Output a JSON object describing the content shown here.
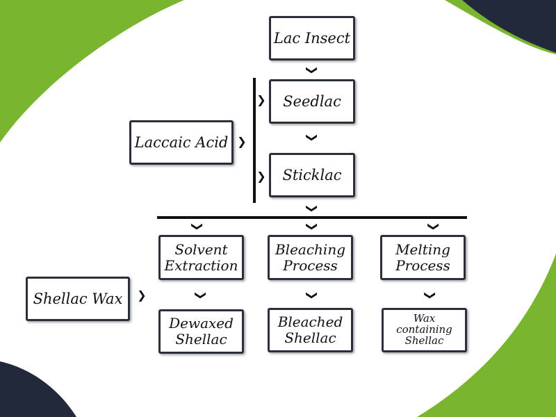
{
  "colors": {
    "accent_green": "#7ab52f",
    "dark_navy": "#22293a",
    "box_border": "#2b2f3a"
  },
  "nodes": {
    "lac_insect": "Lac Insect",
    "seedlac": "Seedlac",
    "sticklac": "Sticklac",
    "laccaic_acid": "Laccaic Acid",
    "solvent_extraction": "Solvent Extraction",
    "bleaching_process": "Bleaching Process",
    "melting_process": "Melting Process",
    "shellac_wax": "Shellac Wax",
    "dewaxed_shellac": "Dewaxed Shellac",
    "bleached_shellac": "Bleached Shellac",
    "wax_containing_shellac": "Wax containing Shellac"
  },
  "icons": {
    "down_arrow": "chevron-down-icon",
    "right_arrow": "chevron-right-icon"
  }
}
